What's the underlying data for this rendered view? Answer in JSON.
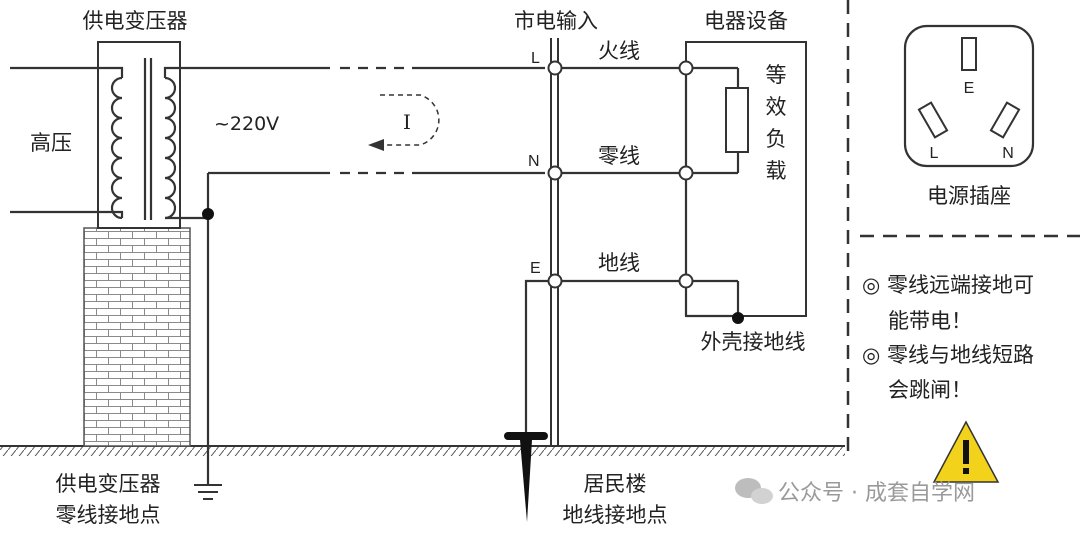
{
  "labels": {
    "transformer_title": "供电变压器",
    "high_voltage": "高压",
    "voltage": "~220V",
    "current": "I",
    "mains_input": "市电输入",
    "appliance": "电器设备",
    "live_wire": "火线",
    "neutral_wire": "零线",
    "ground_wire": "地线",
    "equiv_load": [
      "等",
      "效",
      "负",
      "载"
    ],
    "case_ground": "外壳接地线",
    "terminal_l": "L",
    "terminal_n": "N",
    "terminal_e": "E",
    "transformer_ground": [
      "供电变压器",
      "零线接地点"
    ],
    "building_ground": [
      "居民楼",
      "地线接地点"
    ],
    "socket_title": "电源插座",
    "socket_e": "E",
    "socket_l": "L",
    "socket_n": "N",
    "note1_line1": "◎ 零线远端接地可",
    "note1_line2": "能带电！",
    "note2_line1": "◎ 零线与地线短路",
    "note2_line2": "会跳闸！",
    "watermark": "公众号 · 成套自学网"
  },
  "colors": {
    "line": "#333333",
    "brick": "#8a8a8a",
    "warning": "#f2d21b"
  }
}
